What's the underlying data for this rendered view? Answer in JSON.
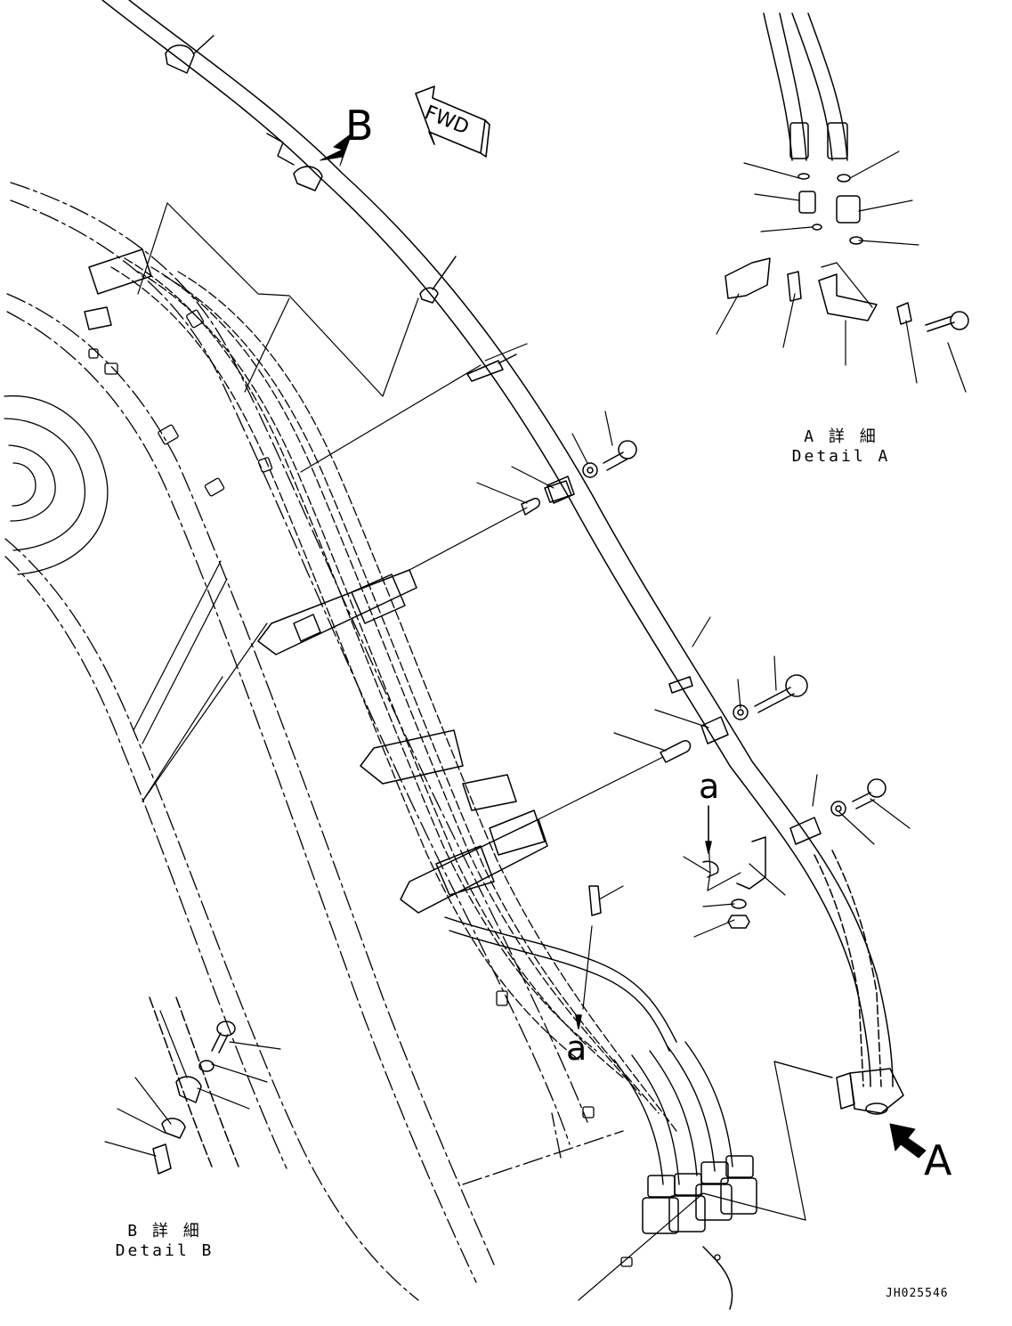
{
  "callouts": {
    "view_a": "A",
    "view_b": "B",
    "ref_a_upper": "a",
    "ref_a_lower": "a"
  },
  "direction_marker": {
    "text": "FWD"
  },
  "detail_a": {
    "title_jp": "A 詳 細",
    "title_en": "Detail A"
  },
  "detail_b": {
    "title_jp": "B 詳 細",
    "title_en": "Detail B"
  },
  "drawing_number": "JH025546",
  "colors": {
    "line": "#000000",
    "background": "#ffffff"
  }
}
